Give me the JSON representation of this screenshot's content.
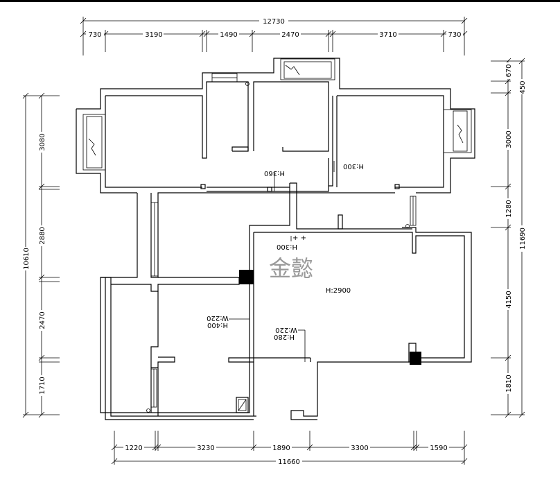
{
  "top_dims": {
    "total": "12730",
    "segments": [
      "730",
      "3190",
      "1490",
      "2470",
      "3710",
      "730"
    ]
  },
  "bottom_dims": {
    "total": "11660",
    "segments": [
      "1220",
      "3230",
      "1890",
      "3300",
      "1590"
    ]
  },
  "left_dims": {
    "total": "10610",
    "segments": [
      "3080",
      "2880",
      "2470",
      "1710"
    ]
  },
  "right_dims": {
    "total": "11690",
    "segments": [
      "670",
      "450",
      "3000",
      "1280",
      "4150",
      "1810"
    ]
  },
  "labels": {
    "h360": "H:360",
    "h300_top": "H:300",
    "h300_mid": "H:300",
    "h2900": "H:2900",
    "h400": "H:400",
    "w220_left": "W:220",
    "h280": "H:280",
    "w220_right": "W:220",
    "plus": "+ +"
  },
  "watermark": "金懿"
}
